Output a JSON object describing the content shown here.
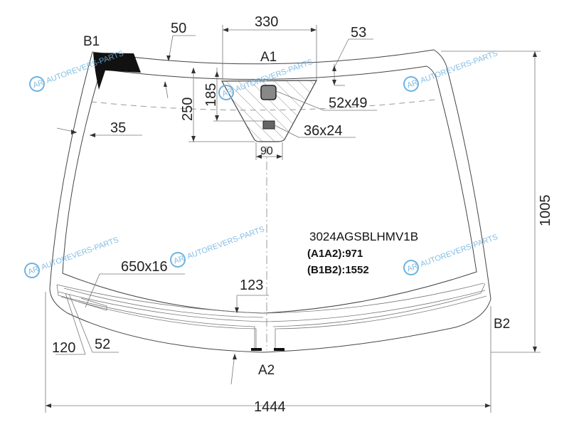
{
  "part_code": "3024AGSBLHMV1B",
  "distances": {
    "a1a2": "(A1A2):971",
    "b1b2": "(B1B2):1552"
  },
  "points": {
    "a1": "A1",
    "a2": "A2",
    "b1": "B1",
    "b2": "B2"
  },
  "dimensions": {
    "top_offset": "50",
    "sensor_width": "330",
    "band_top": "53",
    "sensor_height_250": "250",
    "sensor_height_185": "185",
    "camera_large": "52x49",
    "camera_small": "36x24",
    "sensor_bottom_width": "90",
    "side_band": "35",
    "height": "1005",
    "heater": "650x16",
    "heater_offset": "123",
    "corner_120": "120",
    "corner_52": "52",
    "width": "1444"
  },
  "watermark": "AUTOREVERS-PARTS",
  "watermark_logo": "AR"
}
